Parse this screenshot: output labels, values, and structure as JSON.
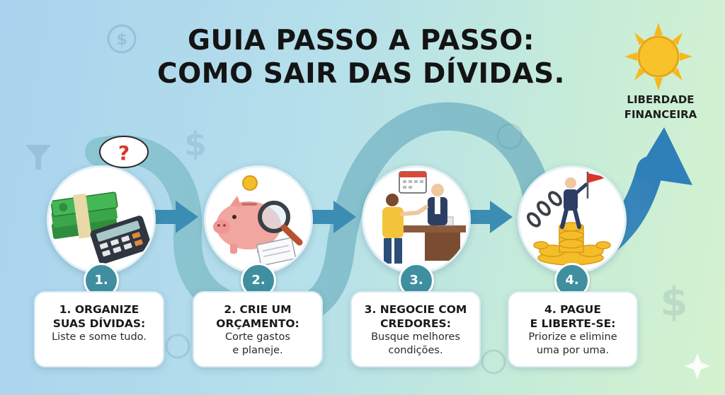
{
  "title": {
    "line1": "GUIA PASSO A PASSO:",
    "line2": "COMO SAIR DAS DÍVIDAS."
  },
  "goal": {
    "line1": "LIBERDADE",
    "line2": "FINANCEIRA",
    "icon": "sun-icon"
  },
  "colors": {
    "path": "#5aa5b0",
    "arrow": "#3c8db3",
    "badge": "#3f8fa0",
    "sun": "#f6b81c"
  },
  "steps": [
    {
      "number": "1.",
      "heading_line1": "1. ORGANIZE",
      "heading_line2": "SUAS DÍVIDAS:",
      "desc_line1": "Liste e some tudo.",
      "desc_line2": "",
      "icons": [
        "money-stack-icon",
        "calculator-icon",
        "question-mark-icon"
      ]
    },
    {
      "number": "2.",
      "heading_line1": "2. CRIE UM",
      "heading_line2": "ORÇAMENTO:",
      "desc_line1": "Corte gastos",
      "desc_line2": "e planeje.",
      "icons": [
        "piggy-bank-icon",
        "magnifying-glass-icon",
        "coin-icon",
        "notepad-icon"
      ]
    },
    {
      "number": "3.",
      "heading_line1": "3. NEGOCIE COM",
      "heading_line2": "CREDORES:",
      "desc_line1": "Busque melhores",
      "desc_line2": "condições.",
      "icons": [
        "handshake-icon",
        "desk-icon",
        "calendar-icon"
      ]
    },
    {
      "number": "4.",
      "heading_line1": "4. PAGUE",
      "heading_line2": "E LIBERTE-SE:",
      "desc_line1": "Priorize e elimine",
      "desc_line2": "uma por uma.",
      "icons": [
        "broken-chain-icon",
        "flag-icon",
        "coin-stacks-icon"
      ]
    }
  ]
}
